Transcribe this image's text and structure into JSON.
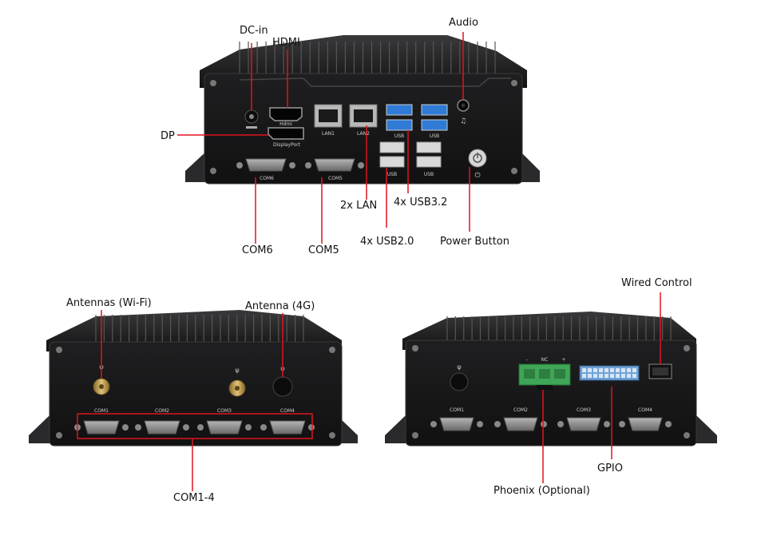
{
  "callouts": {
    "dc_in": "DC-in",
    "hdmi": "HDMI",
    "audio": "Audio",
    "dp": "DP",
    "lan2x": "2x LAN",
    "usb32": "4x USB3.2",
    "usb20": "4x USB2.0",
    "power_button": "Power Button",
    "com6": "COM6",
    "com5": "COM5",
    "antennas_wifi": "Antennas (Wi-Fi)",
    "antenna_4g": "Antenna (4G)",
    "com1_4": "COM1-4",
    "wired_control": "Wired Control",
    "gpio": "GPIO",
    "phoenix": "Phoenix (Optional)"
  },
  "port_text": {
    "hdmi": "Hdmi",
    "displayport": "DisplayPort",
    "lan1": "LAN1",
    "lan2": "LAN2",
    "usb": "USB",
    "com6": "COM6",
    "com5": "COM5",
    "com1": "COM1",
    "com2": "COM2",
    "com3": "COM3",
    "com4": "COM4",
    "nc": "NC",
    "minus": "-",
    "plus": "+"
  },
  "colors": {
    "callout_line": "#e0141e",
    "chassis": "#1b1b1d",
    "usb3_blue": "#2f7bd6",
    "phoenix_green": "#3fa657",
    "gpio_blue": "#6fa3d8"
  }
}
